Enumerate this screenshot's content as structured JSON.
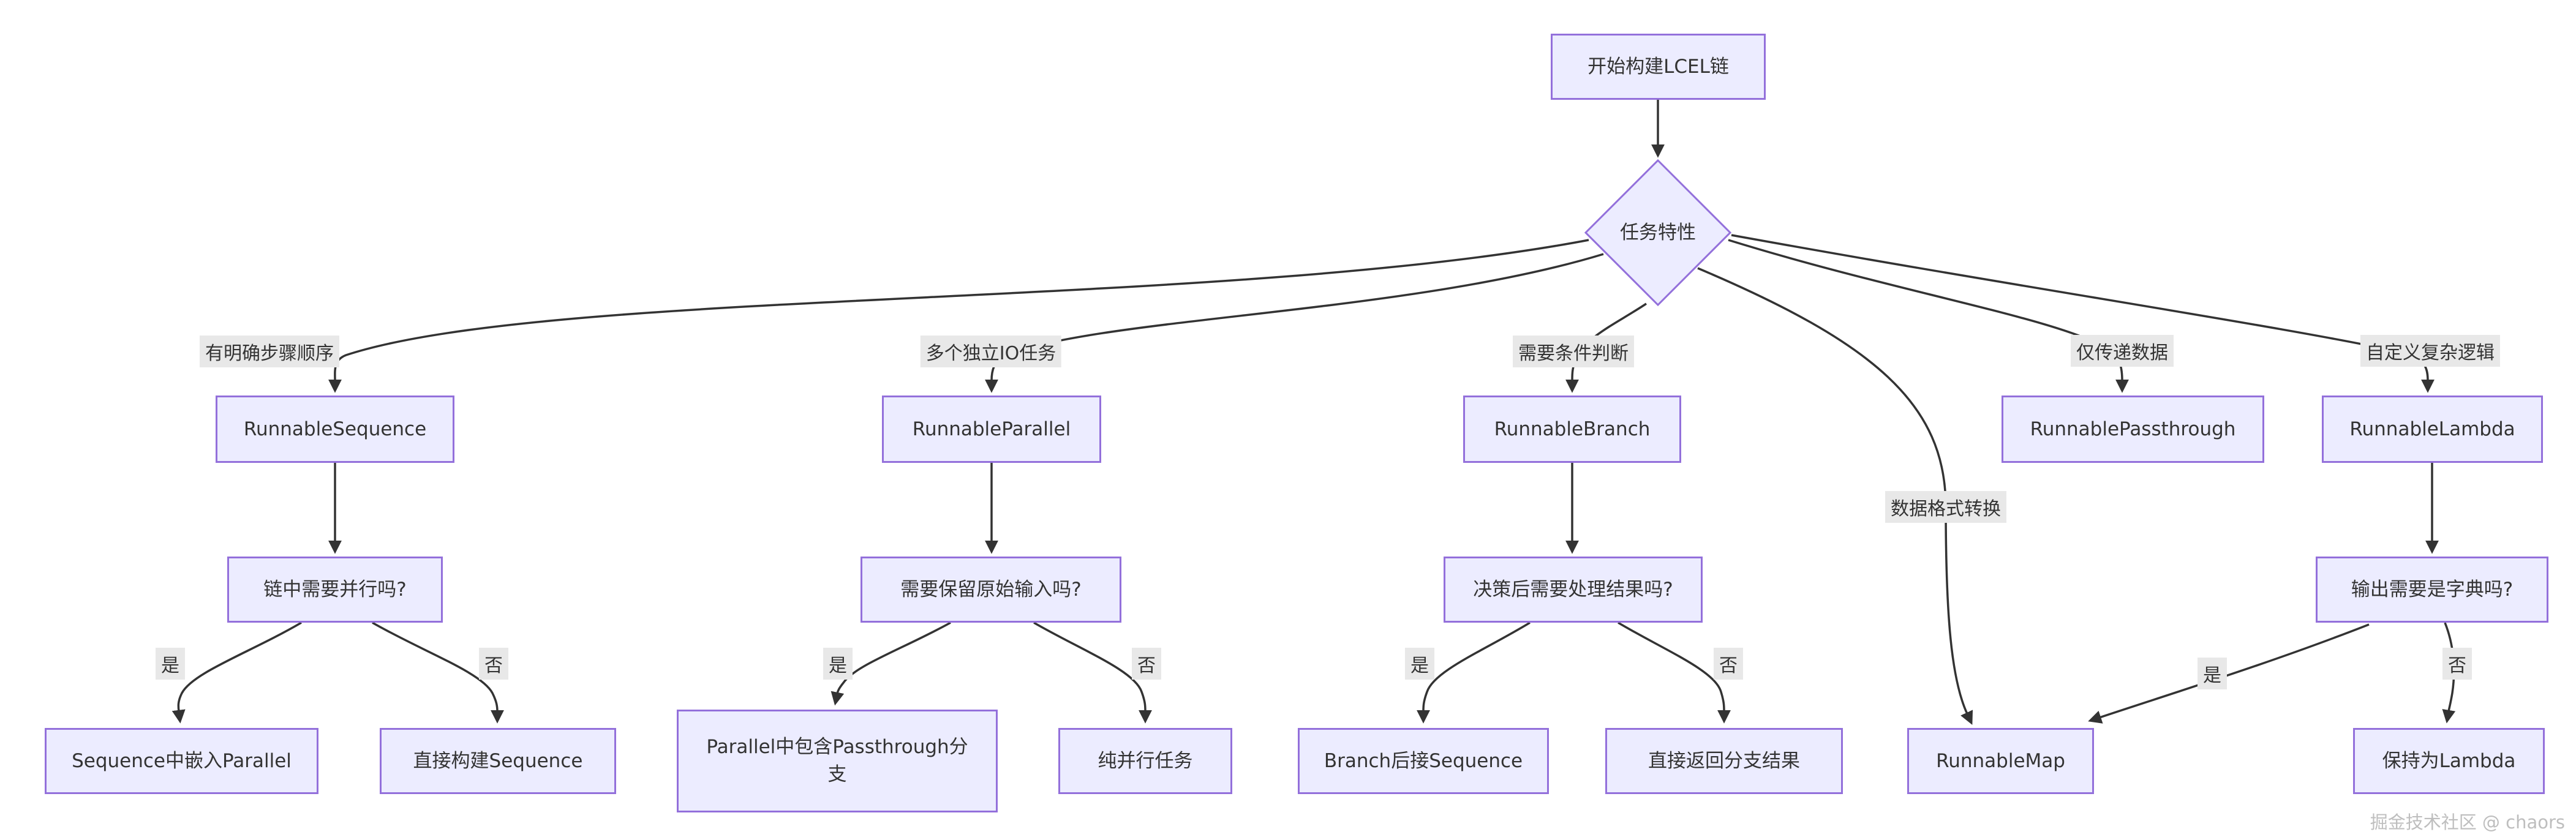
{
  "diagram": {
    "nodes": {
      "start": "开始构建LCEL链",
      "feature": "任务特性",
      "sequence": "RunnableSequence",
      "parallel": "RunnableParallel",
      "branch": "RunnableBranch",
      "passthrough": "RunnablePassthrough",
      "lambda": "RunnableLambda",
      "seq_question": "链中需要并行吗?",
      "par_question": "需要保留原始输入吗?",
      "branch_question": "决策后需要处理结果吗?",
      "lambda_question": "输出需要是字典吗?",
      "seq_yes": "Sequence中嵌入Parallel",
      "seq_no": "直接构建Sequence",
      "par_yes": "Parallel中包含Passthrough分支",
      "par_no": "纯并行任务",
      "branch_yes": "Branch后接Sequence",
      "branch_no": "直接返回分支结果",
      "map": "RunnableMap",
      "lambda_keep": "保持为Lambda"
    },
    "edge_labels": {
      "to_sequence": "有明确步骤顺序",
      "to_parallel": "多个独立IO任务",
      "to_branch": "需要条件判断",
      "to_passthrough": "仅传递数据",
      "to_lambda": "自定义复杂逻辑",
      "to_map": "数据格式转换",
      "seq_yes": "是",
      "seq_no": "否",
      "par_yes": "是",
      "par_no": "否",
      "branch_yes": "是",
      "branch_no": "否",
      "lambda_yes": "是",
      "lambda_no": "否"
    },
    "colors": {
      "node_fill": "#ECECFF",
      "node_border": "#9370DB",
      "edge_line": "#333333",
      "label_bg": "#E8E8E8",
      "text": "#333333",
      "watermark": "#BEBEBE"
    },
    "watermark": "掘金技术社区 @ chaors"
  }
}
